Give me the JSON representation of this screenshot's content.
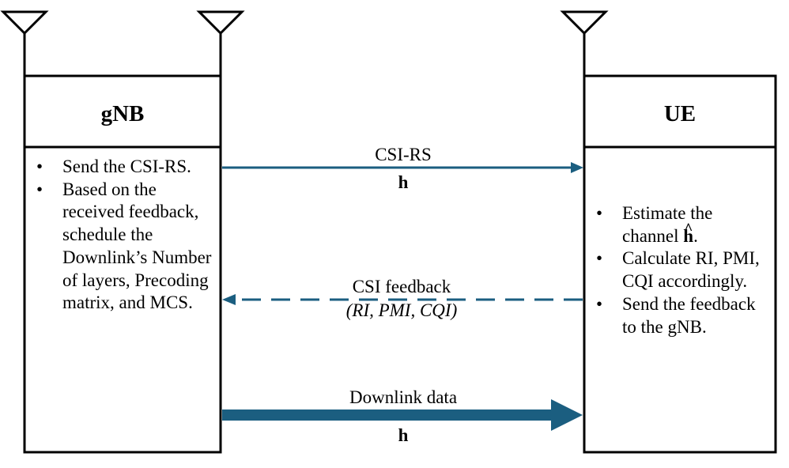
{
  "gnb": {
    "title": "gNB",
    "bullets": [
      "Send the CSI-RS.",
      "Based on the received feedback, schedule the Downlink’s Number of layers, Precoding matrix, and MCS."
    ]
  },
  "ue": {
    "title": "UE",
    "bullet1_prefix": "Estimate the channel ",
    "bullet1_symbol": "h",
    "bullet1_suffix": ".",
    "bullets_rest": [
      "Calculate RI, PMI, CQI accordingly.",
      "Send the feedback to the gNB."
    ]
  },
  "links": {
    "csi_rs": {
      "label": "CSI-RS",
      "symbol": "h"
    },
    "csi_feedback": {
      "label": "CSI feedback",
      "detail": "(RI, PMI, CQI)"
    },
    "downlink": {
      "label": "Downlink data",
      "symbol": "h"
    }
  },
  "colors": {
    "arrow": "#1b5e80",
    "line": "#000000"
  }
}
